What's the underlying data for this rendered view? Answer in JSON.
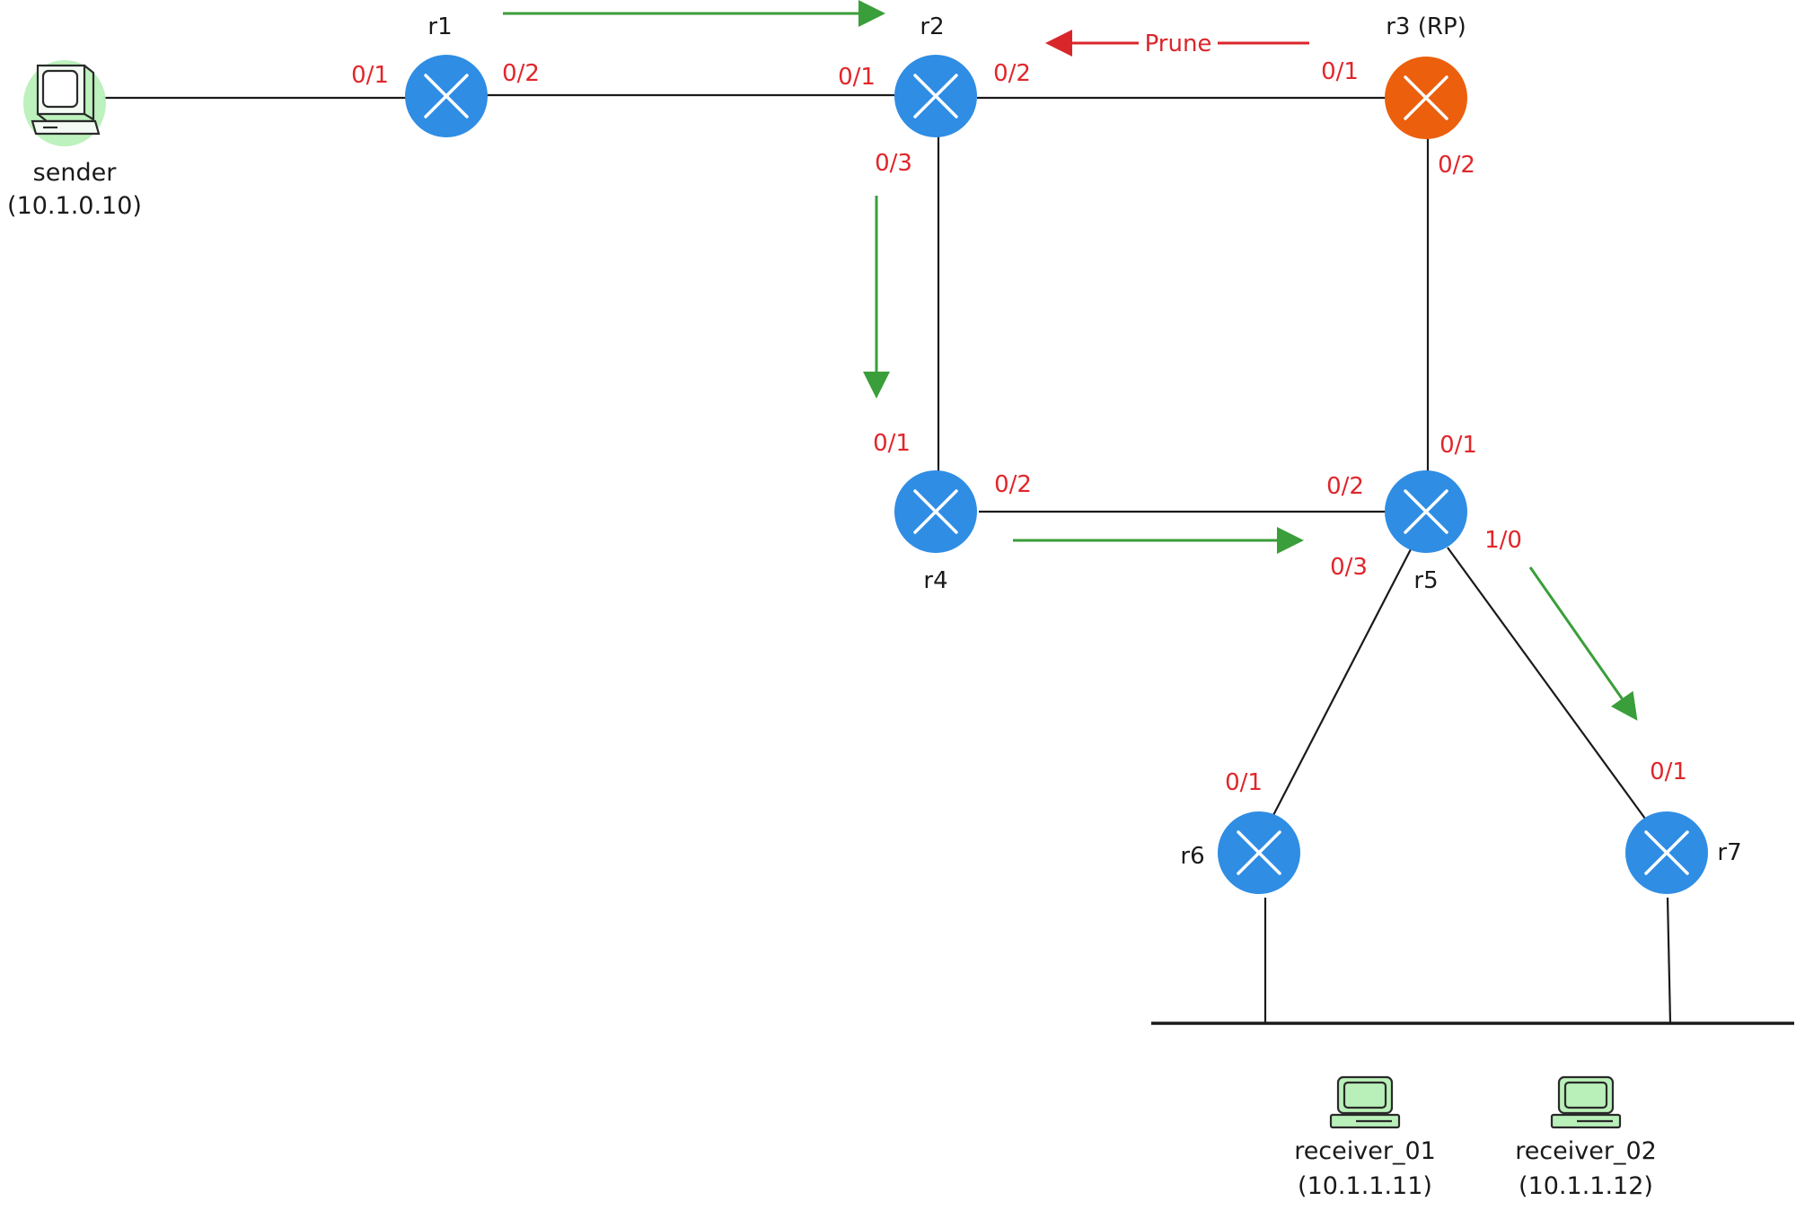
{
  "colors": {
    "router": "#2f8de4",
    "rp_router": "#ec5f0c",
    "port_label": "#e0262b",
    "flow_arrow": "#3a9e3a",
    "prune_arrow": "#d9262b",
    "host_screen": "#b9f0b9"
  },
  "routers": {
    "r1": {
      "label": "r1",
      "icon": "router-icon"
    },
    "r2": {
      "label": "r2",
      "icon": "router-icon"
    },
    "r3": {
      "label": "r3 (RP)",
      "icon": "router-icon"
    },
    "r4": {
      "label": "r4",
      "icon": "router-icon"
    },
    "r5": {
      "label": "r5",
      "icon": "router-icon"
    },
    "r6": {
      "label": "r6",
      "icon": "router-icon"
    },
    "r7": {
      "label": "r7",
      "icon": "router-icon"
    }
  },
  "hosts": {
    "sender": {
      "name": "sender",
      "ip": "(10.1.0.10)",
      "icon": "computer-icon"
    },
    "receiver_01": {
      "name": "receiver_01",
      "ip": "(10.1.1.11)",
      "icon": "computer-icon"
    },
    "receiver_02": {
      "name": "receiver_02",
      "ip": "(10.1.1.12)",
      "icon": "computer-icon"
    }
  },
  "ports": {
    "r1_left": "0/1",
    "r1_right": "0/2",
    "r2_left": "0/1",
    "r2_right": "0/2",
    "r2_down": "0/3",
    "r3_left": "0/1",
    "r3_down": "0/2",
    "r4_up": "0/1",
    "r4_right": "0/2",
    "r5_up": "0/1",
    "r5_left": "0/2",
    "r5_lower_left": "0/3",
    "r5_lower_right": "1/0",
    "r6_up": "0/1",
    "r7_up": "0/1"
  },
  "prune_label": "Prune"
}
